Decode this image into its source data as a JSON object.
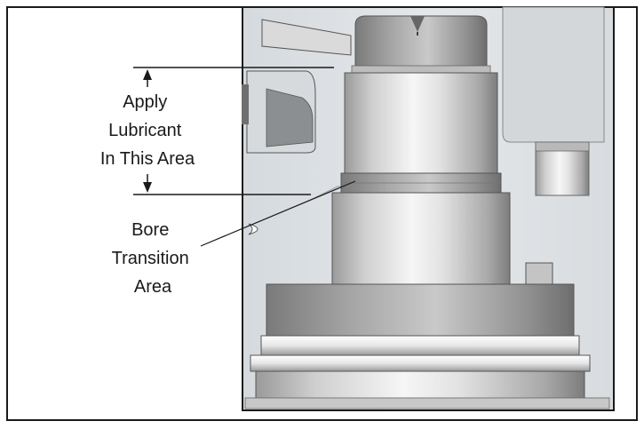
{
  "labels": {
    "lubricant": [
      "Apply",
      "Lubricant",
      "In This Area"
    ],
    "bore": [
      "Bore",
      "Transition",
      "Area"
    ]
  },
  "colors": {
    "outline": "#1a1a1a",
    "bore_background": "#dfe3e6",
    "metal_light": "#f4f4f4",
    "metal_mid": "#cfcfcf",
    "metal_dark": "#8a8a8a"
  }
}
